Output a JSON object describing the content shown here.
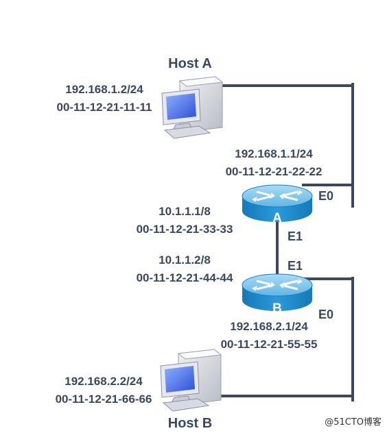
{
  "host_a": {
    "name": "Host A",
    "ip": "192.168.1.2/24",
    "mac": "00-11-12-21-11-11"
  },
  "router_a": {
    "letter": "A",
    "e0_ip": "192.168.1.1/24",
    "e0_mac": "00-11-12-21-22-22",
    "e0_label": "E0",
    "e1_ip": "10.1.1.1/8",
    "e1_mac": "00-11-12-21-33-33",
    "e1_label": "E1"
  },
  "router_b": {
    "letter": "B",
    "e1_ip": "10.1.1.2/8",
    "e1_mac": "00-11-12-21-44-44",
    "e1_label": "E1",
    "e0_ip": "192.168.2.1/24",
    "e0_mac": "00-11-12-21-55-55",
    "e0_label": "E0"
  },
  "host_b": {
    "name": "Host B",
    "ip": "192.168.2.2/24",
    "mac": "00-11-12-21-66-66"
  },
  "watermark": "@51CTO博客",
  "colors": {
    "text": "#3b4760",
    "wire": "#3b4760",
    "router_body": "#1e8fcf",
    "router_top": "#7fc9ee"
  }
}
